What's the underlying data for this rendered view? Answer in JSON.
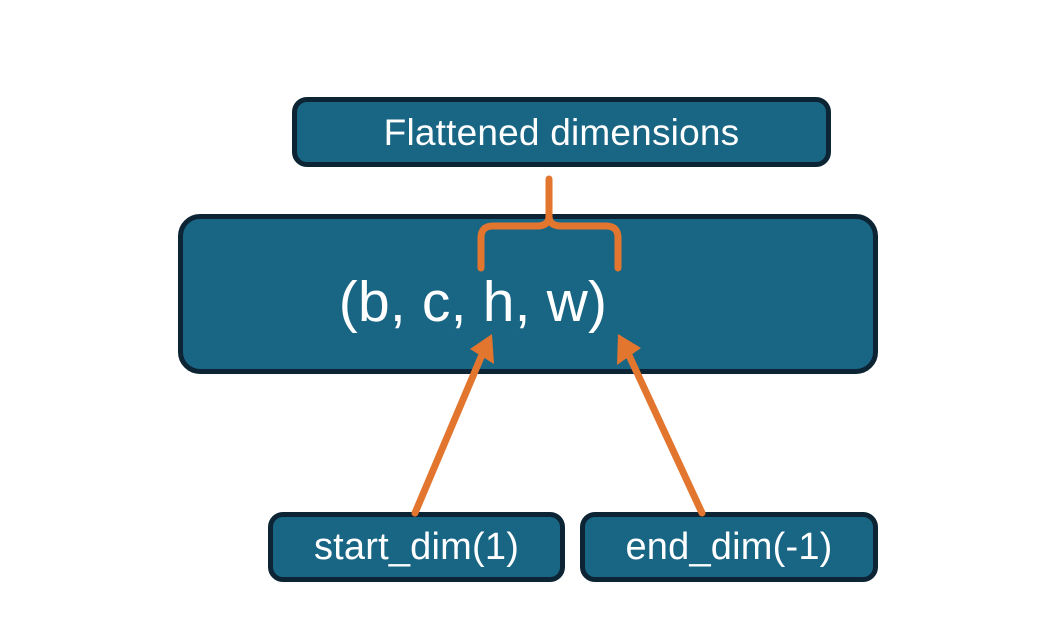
{
  "diagram": {
    "title": "Flatten start_dim / end_dim over tensor shape",
    "background_color": "#ffffff",
    "node_fill_color": "#196584",
    "node_border_color": "#0c2433",
    "node_text_color": "#ffffff",
    "connector_color": "#e2762f",
    "nodes": {
      "flattened": {
        "label": "Flattened dimensions",
        "name": "flattened-dimensions-box"
      },
      "shape": {
        "label": "(b, c, h, w)",
        "name": "tensor-shape-box"
      },
      "start_dim": {
        "label": "start_dim(1)",
        "name": "start-dim-box"
      },
      "end_dim": {
        "label": "end_dim(-1)",
        "name": "end-dim-box"
      }
    },
    "connectors": [
      {
        "name": "brace-over-c-h-w",
        "type": "curly-brace",
        "from": "flattened",
        "to": "shape",
        "spans": "c, h, w",
        "color": "#e2762f"
      },
      {
        "name": "arrow-start-dim-to-c",
        "type": "arrow",
        "from": "start_dim",
        "to": "shape",
        "points_at": "c",
        "color": "#e2762f"
      },
      {
        "name": "arrow-end-dim-to-w",
        "type": "arrow",
        "from": "end_dim",
        "to": "shape",
        "points_at": "w",
        "color": "#e2762f"
      }
    ]
  }
}
